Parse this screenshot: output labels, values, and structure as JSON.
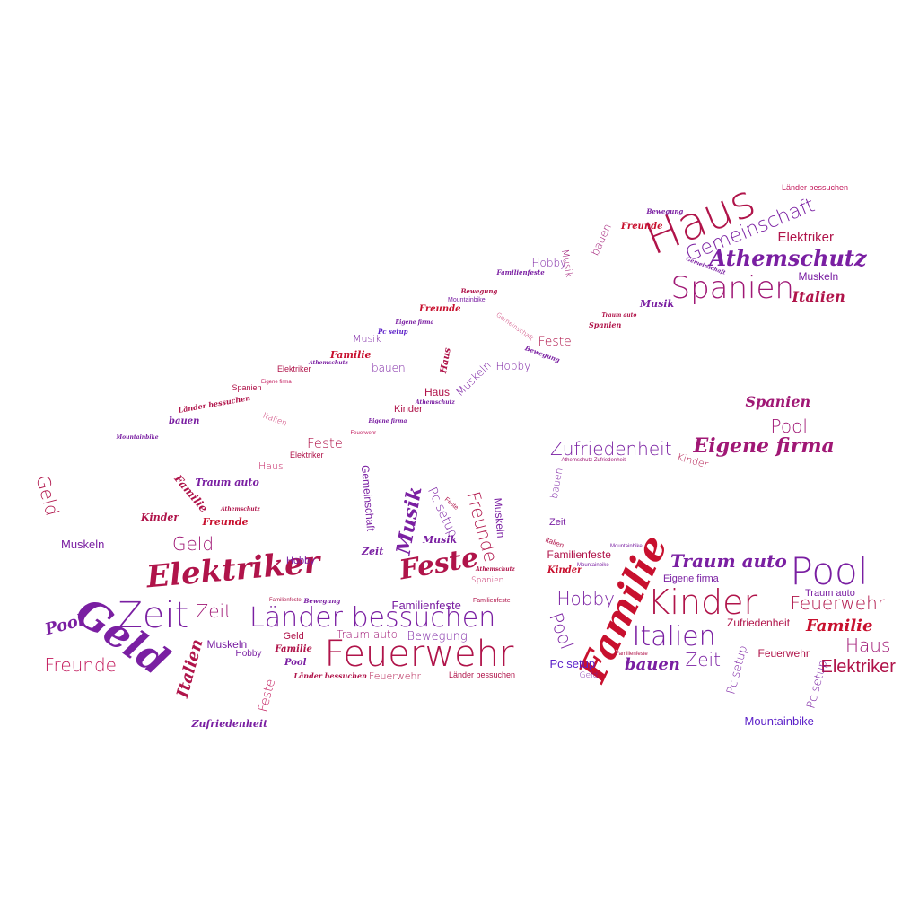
{
  "palette": {
    "red": "#c8102e",
    "crimson": "#b0144a",
    "magenta": "#a01875",
    "purple": "#7a1fa2",
    "violet": "#5b1fc8",
    "rose": "#c2185b"
  },
  "words": [
    {
      "text": "Haus",
      "color": "crimson",
      "style": "thin"
    },
    {
      "text": "Gemeinschaft",
      "color": "purple",
      "style": "thin"
    },
    {
      "text": "Elektriker",
      "color": "crimson",
      "style": "sans"
    },
    {
      "text": "Athemschutz",
      "color": "purple",
      "style": "script"
    },
    {
      "text": "Muskeln",
      "color": "purple",
      "style": "sans"
    },
    {
      "text": "Spanien",
      "color": "magenta",
      "style": "thin"
    },
    {
      "text": "Italien",
      "color": "crimson",
      "style": "script"
    },
    {
      "text": "Länder bessuchen",
      "color": "rose",
      "style": "sans"
    },
    {
      "text": "Bewegung",
      "color": "purple",
      "style": "script"
    },
    {
      "text": "Freunde",
      "color": "red",
      "style": "script"
    },
    {
      "text": "bauen",
      "color": "magenta",
      "style": "thin"
    },
    {
      "text": "Hobby",
      "color": "purple",
      "style": "thin"
    },
    {
      "text": "Musik",
      "color": "magenta",
      "style": "thin"
    },
    {
      "text": "Familienfeste",
      "color": "purple",
      "style": "script"
    },
    {
      "text": "Bewegung",
      "color": "crimson",
      "style": "script"
    },
    {
      "text": "Mountainbike",
      "color": "purple",
      "style": "sans"
    },
    {
      "text": "Freunde",
      "color": "red",
      "style": "script"
    },
    {
      "text": "Musik",
      "color": "purple",
      "style": "script"
    },
    {
      "text": "Spanien",
      "color": "crimson",
      "style": "script"
    },
    {
      "text": "Traum auto",
      "color": "crimson",
      "style": "script"
    },
    {
      "text": "Gemeinschaft",
      "color": "rose",
      "style": "thin"
    },
    {
      "text": "Feste",
      "color": "crimson",
      "style": "thin"
    },
    {
      "text": "Bewegung",
      "color": "purple",
      "style": "script"
    },
    {
      "text": "Gemeinschaft",
      "color": "purple",
      "style": "script"
    },
    {
      "text": "Eigene firma",
      "color": "purple",
      "style": "script"
    },
    {
      "text": "Pc setup",
      "color": "violet",
      "style": "script"
    },
    {
      "text": "Musik",
      "color": "purple",
      "style": "thin"
    },
    {
      "text": "Familie",
      "color": "red",
      "style": "script"
    },
    {
      "text": "Athemschutz",
      "color": "purple",
      "style": "script"
    },
    {
      "text": "bauen",
      "color": "purple",
      "style": "thin"
    },
    {
      "text": "Elektriker",
      "color": "crimson",
      "style": "sans"
    },
    {
      "text": "Haus",
      "color": "crimson",
      "style": "script"
    },
    {
      "text": "Muskeln",
      "color": "purple",
      "style": "thin"
    },
    {
      "text": "Hobby",
      "color": "purple",
      "style": "thin"
    },
    {
      "text": "Eigene firma",
      "color": "rose",
      "style": "sans"
    },
    {
      "text": "Spanien",
      "color": "crimson",
      "style": "sans"
    },
    {
      "text": "Haus",
      "color": "crimson",
      "style": "sans"
    },
    {
      "text": "Länder bessuchen",
      "color": "crimson",
      "style": "script"
    },
    {
      "text": "Athemschutz",
      "color": "purple",
      "style": "script"
    },
    {
      "text": "Kinder",
      "color": "crimson",
      "style": "sans"
    },
    {
      "text": "bauen",
      "color": "purple",
      "style": "script"
    },
    {
      "text": "Italien",
      "color": "rose",
      "style": "thin"
    },
    {
      "text": "Eigene firma",
      "color": "purple",
      "style": "script"
    },
    {
      "text": "Mountainbike",
      "color": "purple",
      "style": "script"
    },
    {
      "text": "Feuerwehr",
      "color": "rose",
      "style": "sans"
    },
    {
      "text": "Feste",
      "color": "crimson",
      "style": "thin"
    },
    {
      "text": "Elektriker",
      "color": "crimson",
      "style": "sans"
    },
    {
      "text": "Haus",
      "color": "rose",
      "style": "thin"
    },
    {
      "text": "Spanien",
      "color": "magenta",
      "style": "script"
    },
    {
      "text": "Pool",
      "color": "magenta",
      "style": "thin"
    },
    {
      "text": "Zufriedenheit",
      "color": "purple",
      "style": "thin"
    },
    {
      "text": "Eigene firma",
      "color": "magenta",
      "style": "script"
    },
    {
      "text": "Athemschutz Zufriedenheit",
      "color": "magenta",
      "style": "sans"
    },
    {
      "text": "Kinder",
      "color": "crimson",
      "style": "thin"
    },
    {
      "text": "bauen",
      "color": "purple",
      "style": "thin"
    },
    {
      "text": "Geld",
      "color": "crimson",
      "style": "thin"
    },
    {
      "text": "Familie",
      "color": "crimson",
      "style": "script"
    },
    {
      "text": "Traum auto",
      "color": "purple",
      "style": "script"
    },
    {
      "text": "Athemschutz",
      "color": "crimson",
      "style": "script"
    },
    {
      "text": "Kinder",
      "color": "crimson",
      "style": "script"
    },
    {
      "text": "Freunde",
      "color": "red",
      "style": "script"
    },
    {
      "text": "Gemeinschaft",
      "color": "purple",
      "style": "sans"
    },
    {
      "text": "Musik",
      "color": "purple",
      "style": "script"
    },
    {
      "text": "Pc setup",
      "color": "purple",
      "style": "thin"
    },
    {
      "text": "Feste",
      "color": "crimson",
      "style": "sans"
    },
    {
      "text": "Freunde",
      "color": "crimson",
      "style": "thin"
    },
    {
      "text": "Muskeln",
      "color": "purple",
      "style": "sans"
    },
    {
      "text": "Zeit",
      "color": "purple",
      "style": "sans"
    },
    {
      "text": "Muskeln",
      "color": "purple",
      "style": "sans"
    },
    {
      "text": "Geld",
      "color": "magenta",
      "style": "thin"
    },
    {
      "text": "Zeit",
      "color": "purple",
      "style": "script"
    },
    {
      "text": "Musik",
      "color": "purple",
      "style": "script"
    },
    {
      "text": "Feste",
      "color": "crimson",
      "style": "script"
    },
    {
      "text": "Athemschutz",
      "color": "crimson",
      "style": "script"
    },
    {
      "text": "Spanien",
      "color": "rose",
      "style": "thin"
    },
    {
      "text": "Elektriker",
      "color": "crimson",
      "style": "script"
    },
    {
      "text": "Hobby",
      "color": "purple",
      "style": "sans"
    },
    {
      "text": "Italien",
      "color": "crimson",
      "style": "sans"
    },
    {
      "text": "Mountainbike",
      "color": "purple",
      "style": "sans"
    },
    {
      "text": "Familienfeste",
      "color": "crimson",
      "style": "sans"
    },
    {
      "text": "Mountainbike",
      "color": "purple",
      "style": "sans"
    },
    {
      "text": "Kinder",
      "color": "red",
      "style": "script"
    },
    {
      "text": "Familie",
      "color": "red",
      "style": "script"
    },
    {
      "text": "Traum auto",
      "color": "purple",
      "style": "script"
    },
    {
      "text": "Pool",
      "color": "purple",
      "style": "thin"
    },
    {
      "text": "Eigene firma",
      "color": "purple",
      "style": "sans"
    },
    {
      "text": "Traum auto",
      "color": "purple",
      "style": "sans"
    },
    {
      "text": "Kinder",
      "color": "crimson",
      "style": "thin"
    },
    {
      "text": "Feuerwehr",
      "color": "crimson",
      "style": "thin"
    },
    {
      "text": "Hobby",
      "color": "purple",
      "style": "thin"
    },
    {
      "text": "Zufriedenheit",
      "color": "crimson",
      "style": "sans"
    },
    {
      "text": "Familie",
      "color": "red",
      "style": "script"
    },
    {
      "text": "Pool",
      "color": "purple",
      "style": "thin"
    },
    {
      "text": "Italien",
      "color": "purple",
      "style": "thin"
    },
    {
      "text": "Haus",
      "color": "magenta",
      "style": "thin"
    },
    {
      "text": "Familienfeste",
      "color": "crimson",
      "style": "sans"
    },
    {
      "text": "Feuerwehr",
      "color": "crimson",
      "style": "sans"
    },
    {
      "text": "Zeit",
      "color": "purple",
      "style": "thin"
    },
    {
      "text": "Pc setup",
      "color": "violet",
      "style": "sans"
    },
    {
      "text": "bauen",
      "color": "purple",
      "style": "script"
    },
    {
      "text": "Elektriker",
      "color": "crimson",
      "style": "sans"
    },
    {
      "text": "Geld",
      "color": "purple",
      "style": "thin"
    },
    {
      "text": "Pc setup",
      "color": "purple",
      "style": "thin"
    },
    {
      "text": "Pc setup",
      "color": "purple",
      "style": "thin"
    },
    {
      "text": "Mountainbike",
      "color": "violet",
      "style": "sans"
    },
    {
      "text": "Pool",
      "color": "purple",
      "style": "script"
    },
    {
      "text": "Geld",
      "color": "purple",
      "style": "script"
    },
    {
      "text": "Zeit",
      "color": "purple",
      "style": "thin"
    },
    {
      "text": "Zeit",
      "color": "magenta",
      "style": "thin"
    },
    {
      "text": "Länder bessuchen",
      "color": "purple",
      "style": "thin"
    },
    {
      "text": "Familienfeste",
      "color": "crimson",
      "style": "sans"
    },
    {
      "text": "Bewegung",
      "color": "purple",
      "style": "script"
    },
    {
      "text": "Familienfeste",
      "color": "purple",
      "style": "sans"
    },
    {
      "text": "Familienfeste",
      "color": "crimson",
      "style": "sans"
    },
    {
      "text": "Muskeln",
      "color": "purple",
      "style": "sans"
    },
    {
      "text": "Geld",
      "color": "crimson",
      "style": "sans"
    },
    {
      "text": "Traum auto",
      "color": "magenta",
      "style": "thin"
    },
    {
      "text": "Bewegung",
      "color": "purple",
      "style": "thin"
    },
    {
      "text": "Freunde",
      "color": "rose",
      "style": "thin"
    },
    {
      "text": "Hobby",
      "color": "purple",
      "style": "sans"
    },
    {
      "text": "Familie",
      "color": "crimson",
      "style": "script"
    },
    {
      "text": "Pool",
      "color": "purple",
      "style": "script"
    },
    {
      "text": "Feuerwehr",
      "color": "crimson",
      "style": "thin"
    },
    {
      "text": "Italien",
      "color": "crimson",
      "style": "script"
    },
    {
      "text": "Länder bessuchen",
      "color": "crimson",
      "style": "script"
    },
    {
      "text": "Feuerwehr",
      "color": "crimson",
      "style": "thin"
    },
    {
      "text": "Länder bessuchen",
      "color": "crimson",
      "style": "sans"
    },
    {
      "text": "Feste",
      "color": "rose",
      "style": "thin"
    },
    {
      "text": "Zufriedenheit",
      "color": "purple",
      "style": "script"
    }
  ]
}
